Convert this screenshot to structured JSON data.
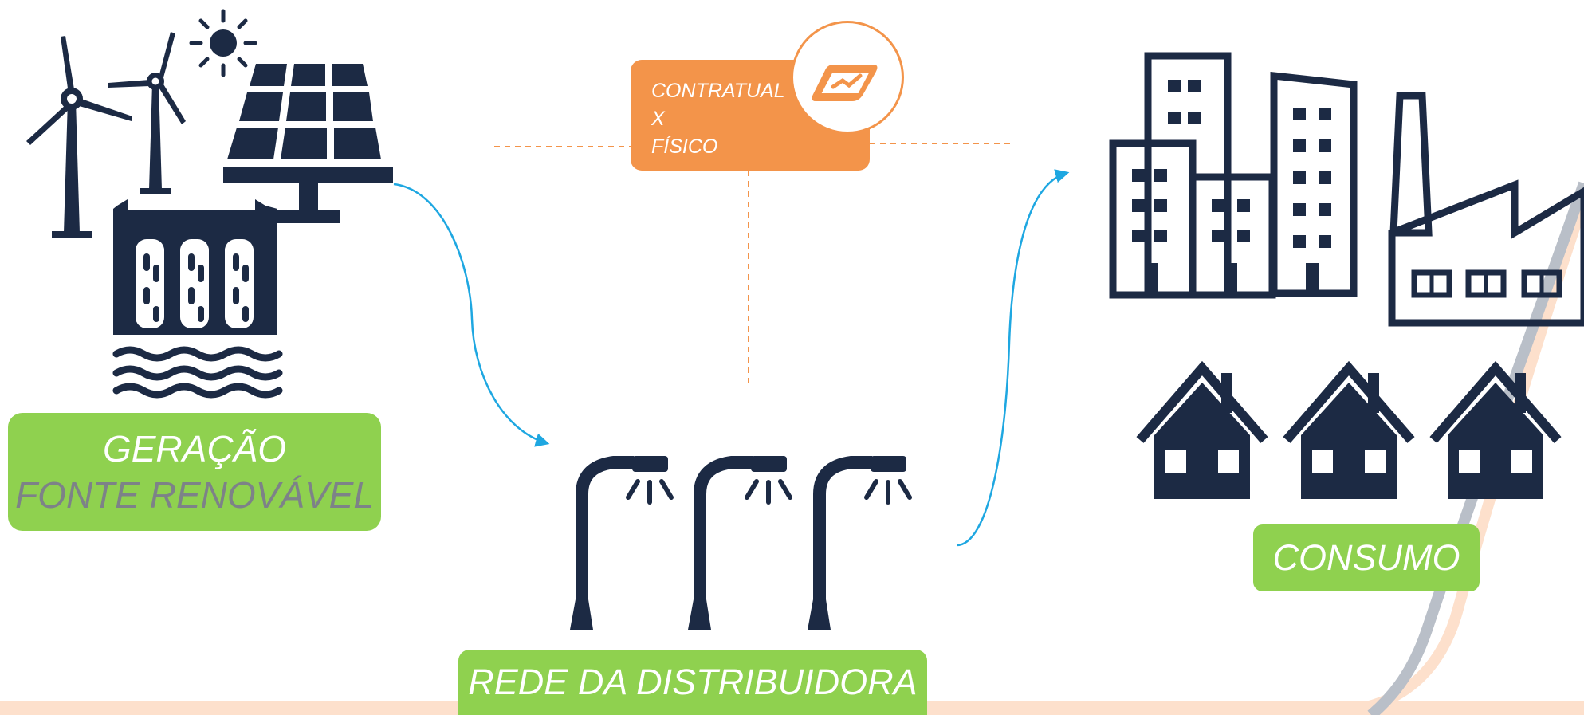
{
  "diagram": {
    "generation": {
      "line1": "GERAÇÃO",
      "line2": "FONTE RENOVÁVEL"
    },
    "grid": {
      "label": "REDE DA DISTRIBUIDORA"
    },
    "consumption": {
      "label": "CONSUMO"
    },
    "badge": {
      "line1": "CONTRATUAL",
      "line2": "X",
      "line3": "FÍSICO"
    }
  },
  "colors": {
    "navy": "#1c2a44",
    "green": "#8fd14f",
    "orange": "#f3944a",
    "blue_arrow": "#1ea7e1",
    "gray_text": "#7d8288"
  },
  "icons": [
    "wind-turbine-icon",
    "sun-icon",
    "solar-panel-icon",
    "hydro-dam-icon",
    "street-lamp-icon",
    "buildings-icon",
    "factory-icon",
    "house-icon",
    "energy-logo-icon"
  ]
}
